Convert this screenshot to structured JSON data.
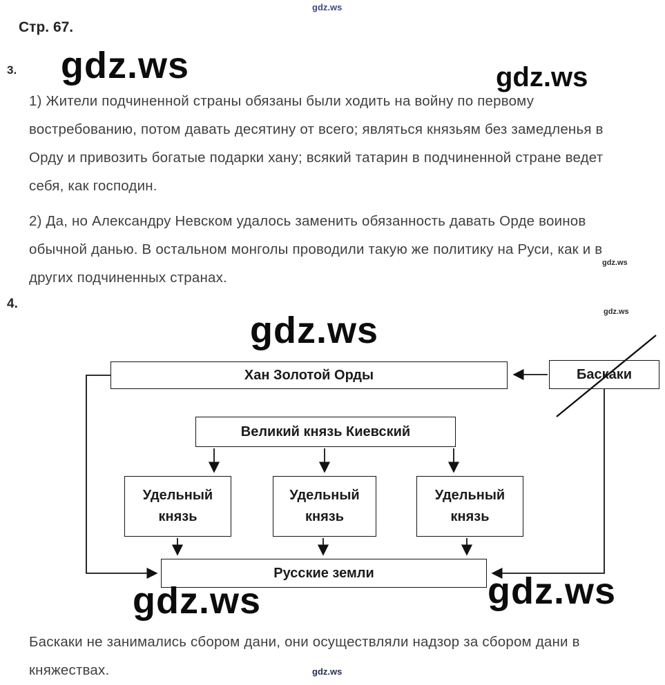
{
  "watermark": {
    "text": "gdz.ws"
  },
  "page": {
    "heading": "Стр. 67."
  },
  "section3": {
    "number": "3.",
    "answer1": "1) Жители подчиненной страны обязаны были ходить на войну по первому востребованию, потом давать десятину от всего; являться князьям без замедленья в Орду и привозить богатые подарки хану; всякий татарин в подчиненной стране ведет себя, как господин.",
    "answer2": "2) Да, но Александру Невском удалось заменить обязанность давать Орде воинов обычной данью. В остальном монголы проводили такую же политику на Руси, как и в других подчиненных странах."
  },
  "section4": {
    "number": "4.",
    "diagram": {
      "khan": "Хан Золотой Орды",
      "baskaki": "Баскаки",
      "grand_prince": "Великий князь Киевский",
      "appanage_prince": "Удельный князь",
      "russian_lands": "Русские земли"
    },
    "caption": "Баскаки не занимались сбором дани, они осуществляли надзор за сбором дани в княжествах."
  }
}
